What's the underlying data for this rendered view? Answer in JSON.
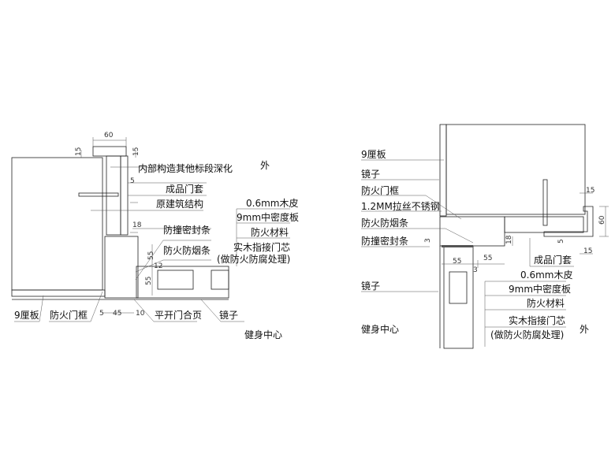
{
  "left_detail": {
    "labels": {
      "inner": "内部构造其他标段深化",
      "outside": "外",
      "casing": "成品门套",
      "structure": "原建筑结构",
      "veneer": "0.6mm木皮",
      "mdf": "9mm中密度板",
      "fireproof": "防火材料",
      "core": "实木指接门芯",
      "core_note": "(做防火防腐处理)",
      "bump_seal": "防撞密封条",
      "smoke_seal": "防火防烟条",
      "plywood": "9厘板",
      "frame": "防火门框",
      "hinge": "平开门合页",
      "mirror": "镜子",
      "gym": "健身中心"
    },
    "dims": {
      "d60": "60",
      "d15a": "15",
      "d15b": "15",
      "d5a": "5",
      "d18": "18",
      "d55a": "55",
      "d12": "12",
      "d55b": "55",
      "d5b": "5",
      "d45": "45",
      "d10": "10"
    }
  },
  "right_detail": {
    "labels": {
      "plywood": "9厘板",
      "mirror_top": "镜子",
      "frame": "防火门框",
      "steel": "1.2MM拉丝不锈钢",
      "smoke_seal": "防火防烟条",
      "bump_seal": "防撞密封条",
      "mirror": "镜子",
      "gym": "健身中心",
      "outside": "外",
      "casing": "成品门套",
      "veneer": "0.6mm木皮",
      "mdf": "9mm中密度板",
      "fireproof": "防火材料",
      "core": "实木指接门芯",
      "core_note": "(做防火防腐处理)"
    },
    "dims": {
      "d15a": "15",
      "d60": "60",
      "d15b": "15",
      "d5": "5",
      "d18": "18",
      "d3a": "3",
      "d55a": "55",
      "d55b": "55",
      "d3b": "3"
    }
  }
}
